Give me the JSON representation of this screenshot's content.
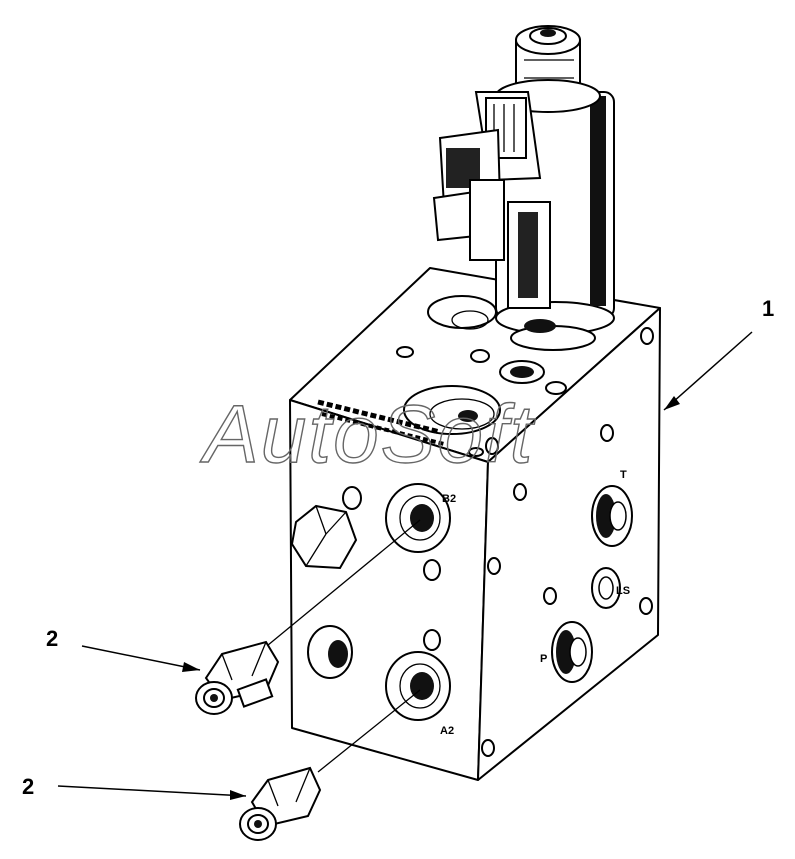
{
  "callouts": {
    "item_1": "1",
    "item_2_upper": "2",
    "item_2_lower": "2"
  },
  "port_labels": {
    "b2": "B2",
    "a2": "A2",
    "t": "T",
    "p": "P",
    "ls": "LS"
  },
  "watermark": "AutoSoft",
  "colors": {
    "line": "#000000",
    "background": "#ffffff",
    "watermark_outline": "#666666"
  }
}
